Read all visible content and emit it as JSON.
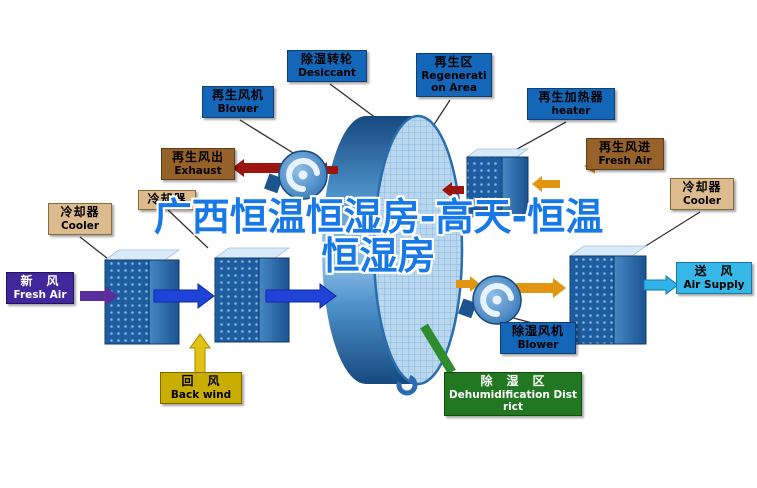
{
  "watermark": {
    "line1": "广西恒温恒湿房-高天-恒温",
    "line2": "恒湿房"
  },
  "labels": {
    "regen_blower": {
      "zh": "再生风机",
      "en": "Blower"
    },
    "desiccant": {
      "zh": "除湿转轮",
      "en": "Desiccant"
    },
    "regen_area": {
      "zh": "再生区",
      "en": "Regeneration Area"
    },
    "regen_heater": {
      "zh": "再生加热器",
      "en": "heater"
    },
    "exhaust": {
      "zh": "再生风出",
      "en": "Exhaust"
    },
    "regen_fresh_air": {
      "zh": "再生风进",
      "en": "Fresh Air"
    },
    "cooler_left": {
      "zh": "冷却器",
      "en": "Cooler"
    },
    "cooler_small": {
      "zh": "冷却器"
    },
    "cooler_right": {
      "zh": "冷却器",
      "en": "Cooler"
    },
    "fresh_air": {
      "zh": "新　风",
      "en": "Fresh Air"
    },
    "air_supply": {
      "zh": "送　风",
      "en": "Air Supply"
    },
    "back_wind": {
      "zh": "回　风",
      "en": "Back wind"
    },
    "dehumid_blower": {
      "zh": "除湿风机",
      "en": "Blower"
    },
    "dehumid_district": {
      "zh": "除　湿　区",
      "en": "Dehumidification District"
    }
  },
  "colors": {
    "watermark_blue": "#1778e8",
    "label_blue": "#1467b8",
    "label_brown": "#96622a",
    "label_tan": "#dcbc8e",
    "label_purple": "#41279b",
    "label_cyan": "#35b8e8",
    "label_yellow": "#c9ae00",
    "label_green": "#217821",
    "arrow_dark_red": "#9b150e",
    "arrow_orange": "#e2950f",
    "arrow_blue": "#1f43d8",
    "arrow_purple": "#5c2d9c",
    "arrow_yellow": "#e3c214",
    "arrow_cyan": "#2fb3e8",
    "connector_green": "#2e8b2e",
    "wheel_blue": "#2a6cb0"
  }
}
